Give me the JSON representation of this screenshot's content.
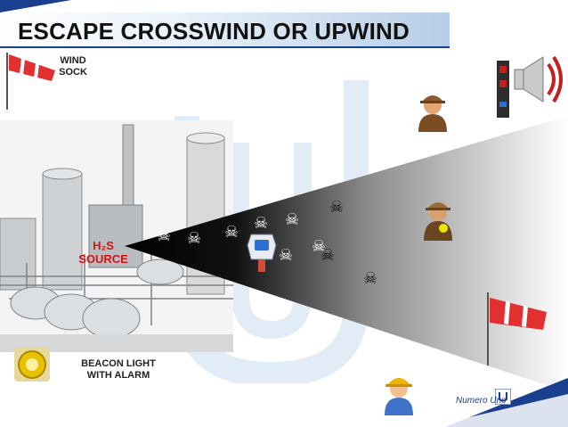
{
  "header": {
    "title": "ESCAPE CROSSWIND OR UPWIND"
  },
  "labels": {
    "wind_sock": [
      "WIND",
      "SOCK"
    ],
    "source": [
      "H₂S",
      "SOURCE"
    ],
    "beacon": [
      "BEACON LIGHT",
      "WITH ALARM"
    ]
  },
  "brand": {
    "name": "Numero Uno"
  },
  "icons": {
    "wind_sock": "windsock-icon",
    "plant": "refinery-icon",
    "alarm": "siren-speaker-icon",
    "beacon": "beacon-light-icon",
    "hazard": "skull-crossbones-icon",
    "detector": "gas-detector-icon",
    "worker": "worker-icon"
  },
  "colors": {
    "title_underline": "#1a3f8f",
    "source_text": "#d21414",
    "windsock_red": "#e03030",
    "beacon_yellow": "#e8c200",
    "worker_hat_yellow": "#f0b400"
  },
  "hazard_symbol": "☠"
}
